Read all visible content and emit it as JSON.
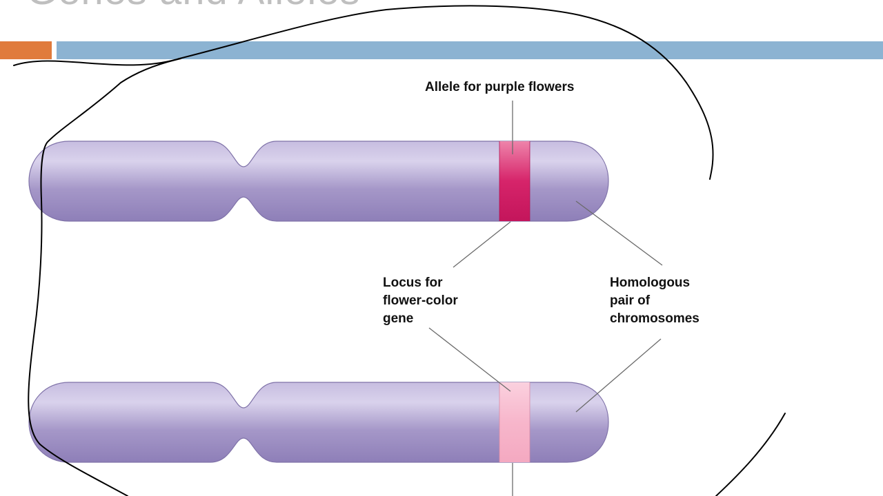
{
  "slide": {
    "title": "Genes and Alleles"
  },
  "colors": {
    "accent_orange": "#e07b3c",
    "accent_blue": "#8cb3d2",
    "chromosome_fill": "#a597c8",
    "allele_dominant": "#d6246a",
    "allele_recessive": "#f7b6cb",
    "annotation_ink": "#000000"
  },
  "labels": {
    "allele": "Allele for purple flowers",
    "locus": [
      "Locus for",
      "flower-color",
      "gene"
    ],
    "homologous": [
      "Homologous",
      "pair of",
      "chromosomes"
    ]
  }
}
